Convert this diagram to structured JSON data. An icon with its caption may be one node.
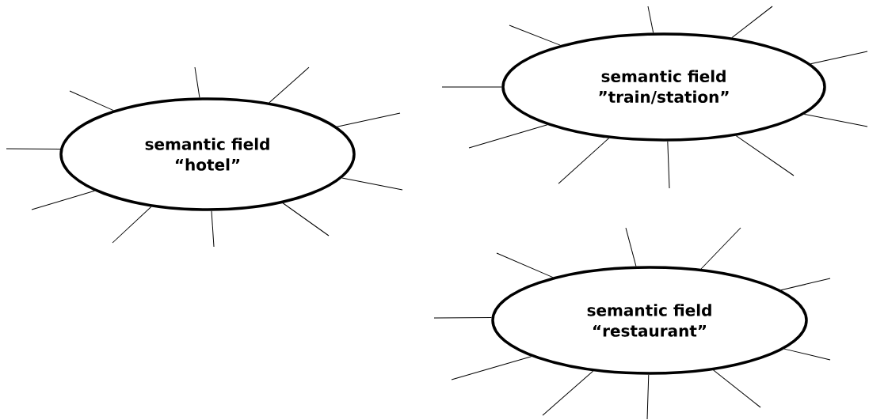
{
  "diagram": {
    "nodes": [
      {
        "text": [
          "semantic field",
          "“hotel”"
        ]
      },
      {
        "text": [
          "semantic field",
          "”train/station”"
        ]
      },
      {
        "text": [
          "semantic field",
          "“restaurant”"
        ]
      }
    ],
    "edges": [
      {
        "from": 0,
        "to": null,
        "arrow": "none"
      },
      {
        "from": 0,
        "to": null,
        "arrow": "none"
      },
      {
        "from": 0,
        "to": null,
        "arrow": "none"
      },
      {
        "from": 0,
        "to": null,
        "arrow": "none"
      },
      {
        "from": 0,
        "to": null,
        "arrow": "none"
      },
      {
        "from": 0,
        "to": null,
        "arrow": "none"
      },
      {
        "from": 0,
        "to": null,
        "arrow": "none"
      },
      {
        "from": 0,
        "to": null,
        "arrow": "none"
      },
      {
        "from": 0,
        "to": null,
        "arrow": "none"
      },
      {
        "from": 0,
        "to": null,
        "arrow": "none"
      },
      {
        "from": 1,
        "to": null,
        "arrow": "none"
      },
      {
        "from": 1,
        "to": null,
        "arrow": "none"
      },
      {
        "from": 1,
        "to": null,
        "arrow": "none"
      },
      {
        "from": 1,
        "to": null,
        "arrow": "none"
      },
      {
        "from": 1,
        "to": null,
        "arrow": "none"
      },
      {
        "from": 1,
        "to": null,
        "arrow": "none"
      },
      {
        "from": 1,
        "to": null,
        "arrow": "none"
      },
      {
        "from": 1,
        "to": null,
        "arrow": "none"
      },
      {
        "from": 1,
        "to": null,
        "arrow": "none"
      },
      {
        "from": 1,
        "to": null,
        "arrow": "none"
      },
      {
        "from": 2,
        "to": null,
        "arrow": "none"
      },
      {
        "from": 2,
        "to": null,
        "arrow": "none"
      },
      {
        "from": 2,
        "to": null,
        "arrow": "none"
      },
      {
        "from": 2,
        "to": null,
        "arrow": "none"
      },
      {
        "from": 2,
        "to": null,
        "arrow": "none"
      },
      {
        "from": 2,
        "to": null,
        "arrow": "none"
      },
      {
        "from": 2,
        "to": null,
        "arrow": "none"
      },
      {
        "from": 2,
        "to": null,
        "arrow": "none"
      },
      {
        "from": 2,
        "to": null,
        "arrow": "none"
      },
      {
        "from": 2,
        "to": null,
        "arrow": "none"
      }
    ]
  }
}
